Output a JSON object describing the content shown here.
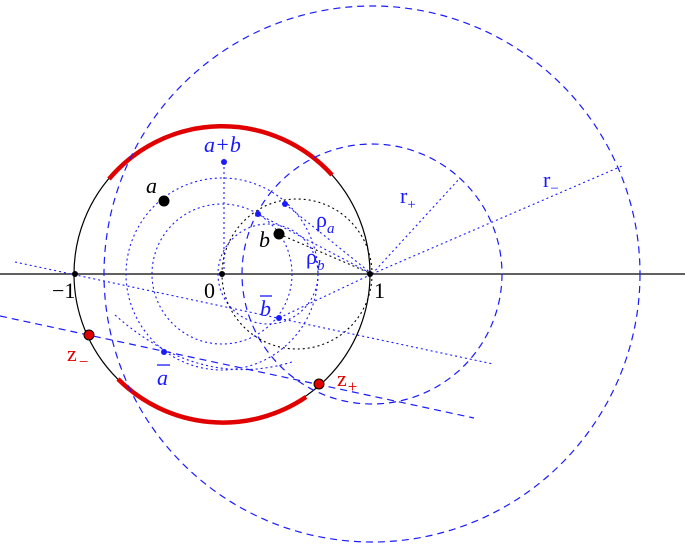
{
  "colors": {
    "black": "#000000",
    "blue": "#1a1aff",
    "red": "#e00000"
  },
  "labels": {
    "minus_one": "−1",
    "zero": "0",
    "one": "1",
    "a": "a",
    "b": "b",
    "a_plus_b": "a+b",
    "a_bar": "a",
    "b_bar": "b",
    "rho": "ρ",
    "rho_a_sub": "a",
    "rho_b_sub": "b",
    "r": "r",
    "r_plus_sub": "+",
    "r_minus_sub": "−",
    "z": "z",
    "z_plus_sub": "+",
    "z_minus_sub": "−"
  }
}
